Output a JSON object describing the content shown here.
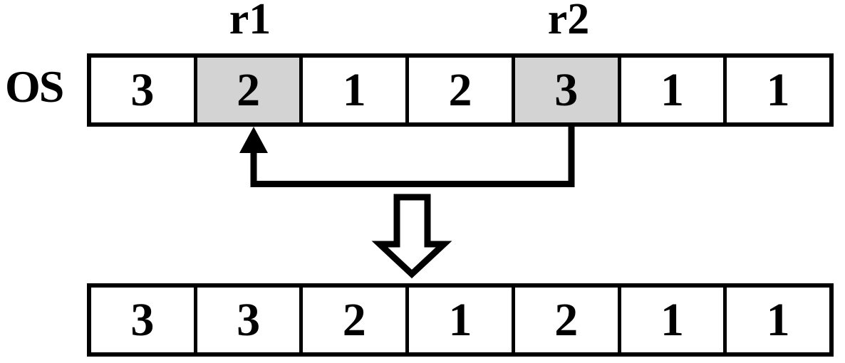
{
  "diagram": {
    "row_label": "OS",
    "pointers": [
      {
        "id": "r1",
        "label": "r1"
      },
      {
        "id": "r2",
        "label": "r2"
      }
    ],
    "top_array": {
      "cells": [
        {
          "value": "3",
          "highlighted": false
        },
        {
          "value": "2",
          "highlighted": true
        },
        {
          "value": "1",
          "highlighted": false
        },
        {
          "value": "2",
          "highlighted": false
        },
        {
          "value": "3",
          "highlighted": true
        },
        {
          "value": "1",
          "highlighted": false
        },
        {
          "value": "1",
          "highlighted": false
        }
      ]
    },
    "bottom_array": {
      "cells": [
        {
          "value": "3"
        },
        {
          "value": "3"
        },
        {
          "value": "2"
        },
        {
          "value": "1"
        },
        {
          "value": "2"
        },
        {
          "value": "1"
        },
        {
          "value": "1"
        }
      ]
    },
    "colors": {
      "highlight": "#d3d3d3",
      "line": "#000000",
      "background": "#ffffff"
    }
  }
}
